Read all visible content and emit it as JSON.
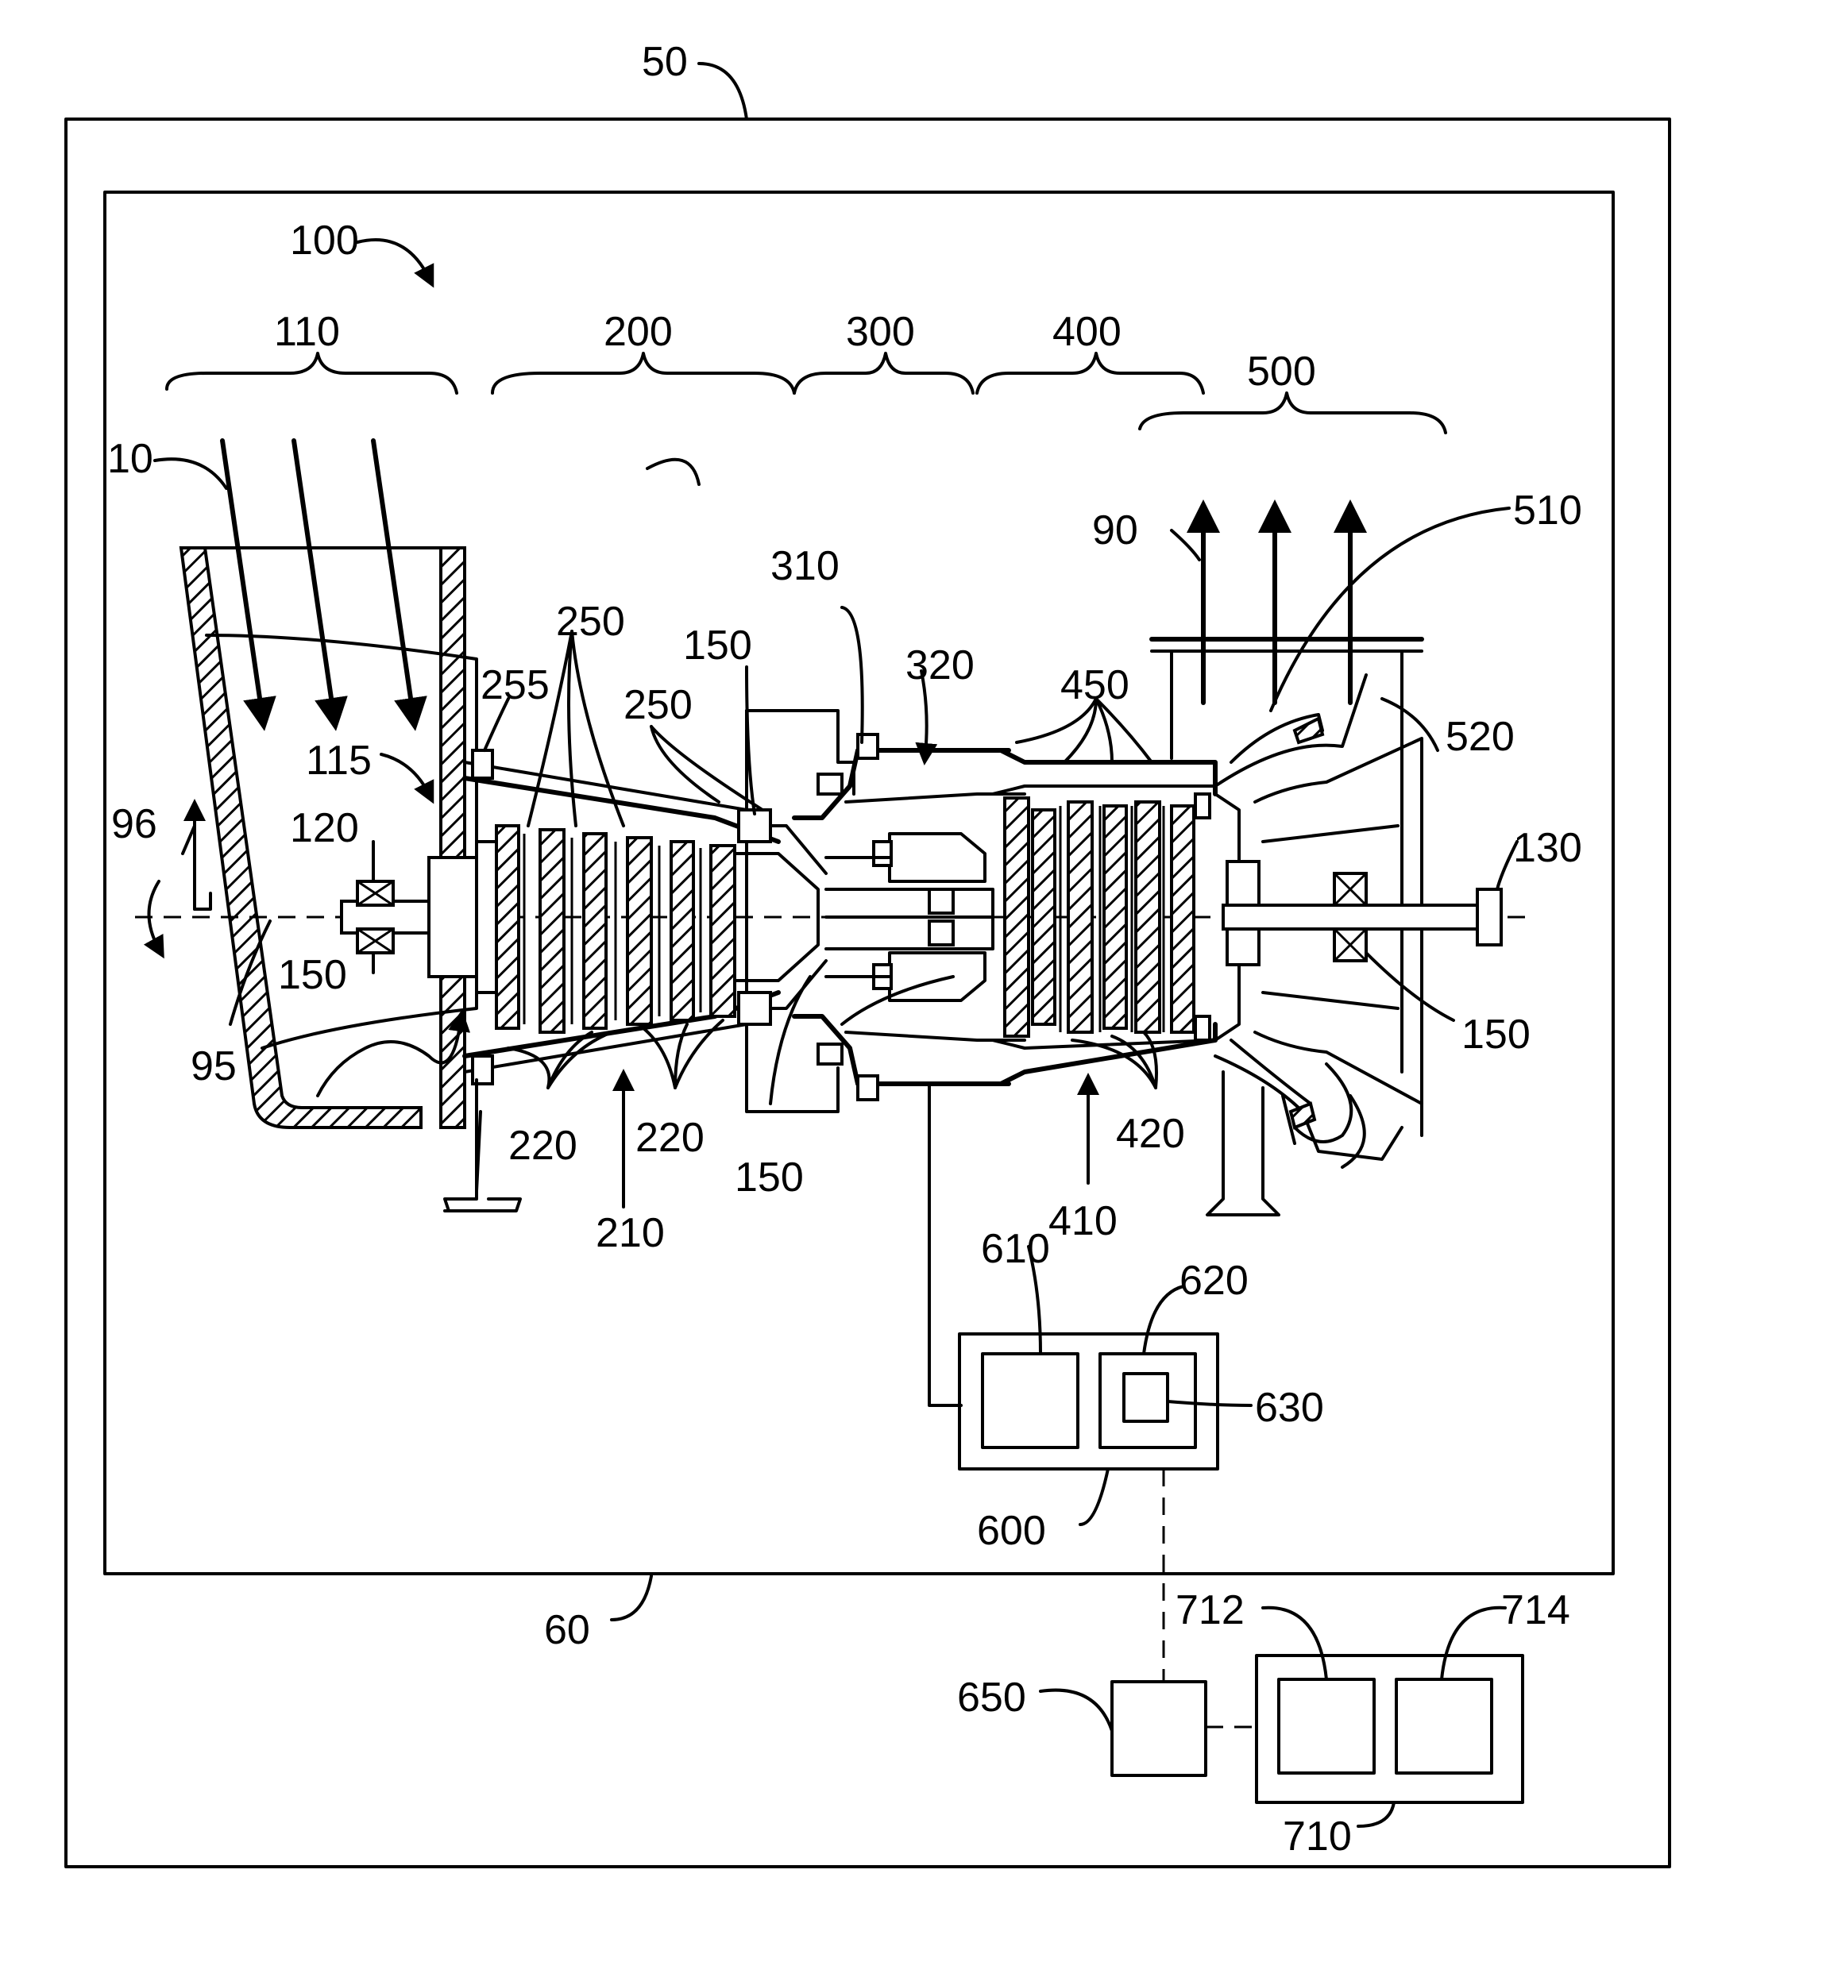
{
  "labels": {
    "l50": "50",
    "l60": "60",
    "l100": "100",
    "l110": "110",
    "l200": "200",
    "l300": "300",
    "l400": "400",
    "l500": "500",
    "l10": "10",
    "l90": "90",
    "l510": "510",
    "l310": "310",
    "l320": "320",
    "l450": "450",
    "l250a": "250",
    "l250b": "250",
    "l255": "255",
    "l150a": "150",
    "l150b": "150",
    "l150c": "150",
    "l150d": "150",
    "l115": "115",
    "l520": "520",
    "l96": "96",
    "l120": "120",
    "l130": "130",
    "l95": "95",
    "l220a": "220",
    "l220b": "220",
    "l210": "210",
    "l410": "410",
    "l420": "420",
    "l610": "610",
    "l620": "620",
    "l630": "630",
    "l600": "600",
    "l650": "650",
    "l712": "712",
    "l714": "714",
    "l710": "710"
  }
}
